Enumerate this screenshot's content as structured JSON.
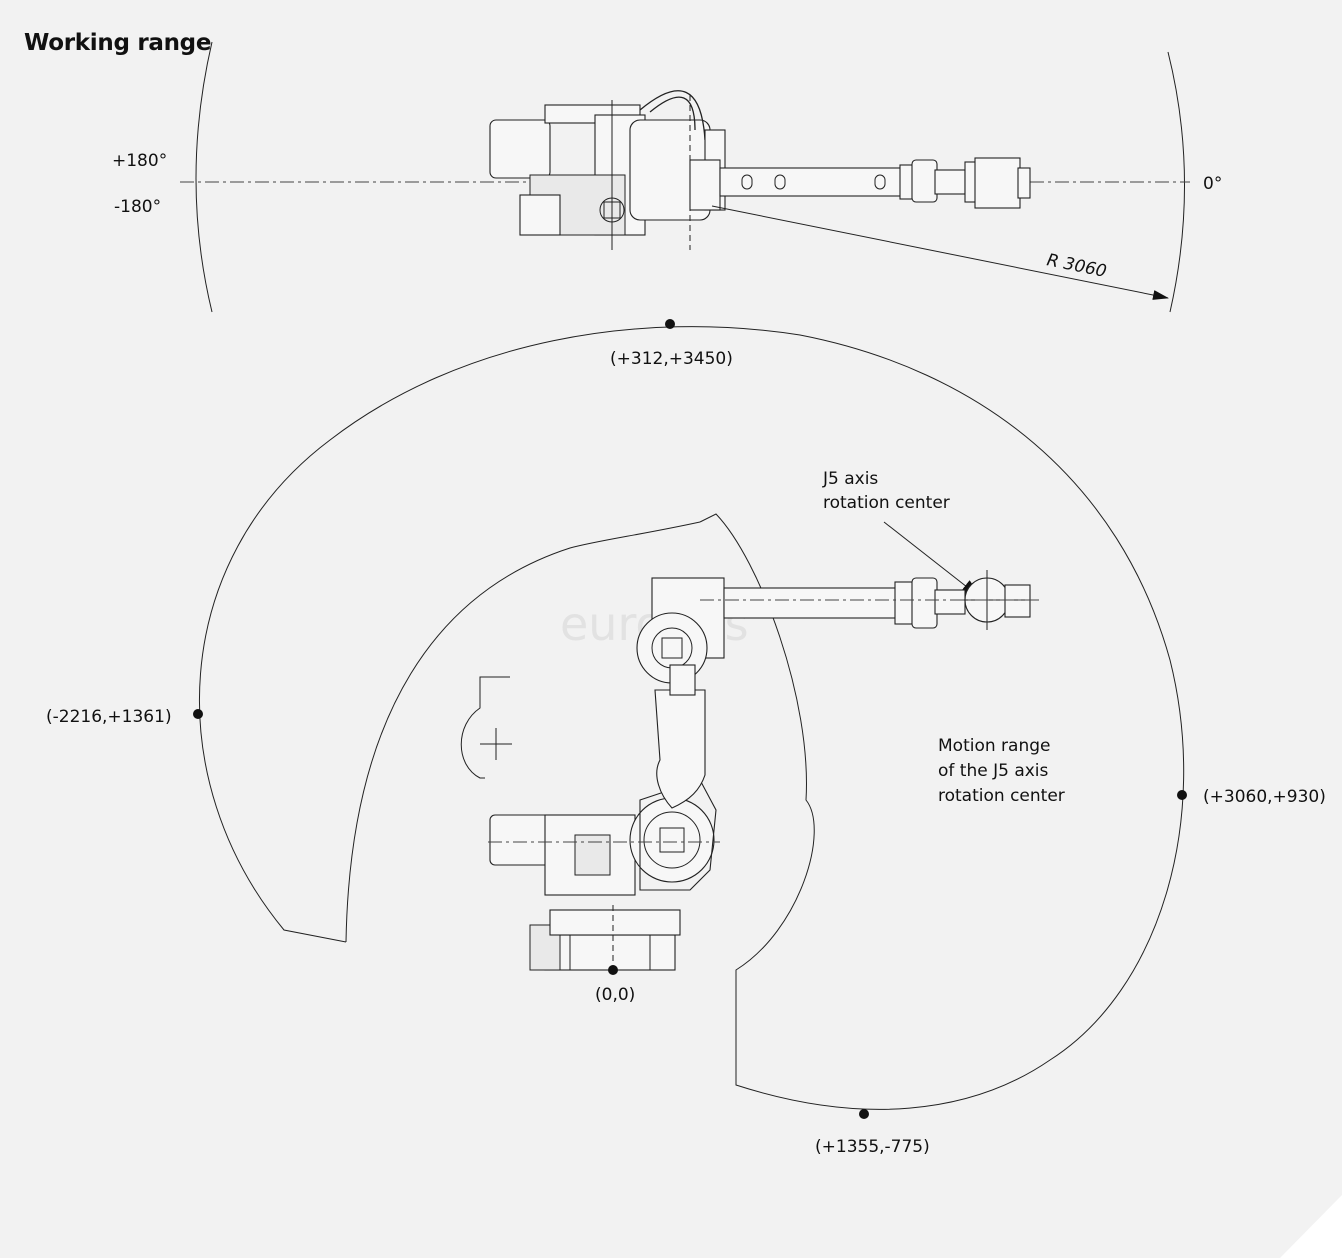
{
  "title": "Working range",
  "top_view": {
    "angle_pos_180": "+180°",
    "angle_neg_180": "-180°",
    "angle_zero": "0°",
    "radius_label": "R  3060"
  },
  "side_view": {
    "points": {
      "top": "(+312,+3450)",
      "left": "(-2216,+1361)",
      "right": "(+3060,+930)",
      "bottom": "(+1355,-775)",
      "origin": "(0,0)"
    },
    "j5_label_line1": "J5 axis",
    "j5_label_line2": "rotation center",
    "motion_line1": "Motion range",
    "motion_line2": "of the J5 axis",
    "motion_line3": "rotation center"
  },
  "watermark": "euro...ts",
  "colors": {
    "background": "#f2f2f2",
    "line": "#222222"
  }
}
